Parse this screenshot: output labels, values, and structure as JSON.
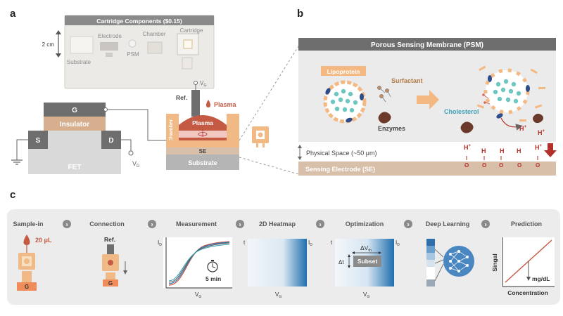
{
  "panels": {
    "a": "a",
    "b": "b",
    "c": "c"
  },
  "cartridge": {
    "title": "Cartridge Components ($0.15)",
    "scale": "2 cm",
    "parts": [
      "Electrode",
      "Chamber",
      "Cartridge",
      "PSM",
      "Substrate"
    ]
  },
  "fet": {
    "gate": "G",
    "insulator": "Insulator",
    "source": "S",
    "drain": "D",
    "body": "FET",
    "vd": "V",
    "vd_sub": "D"
  },
  "sensor": {
    "ref": "Ref.",
    "vg": "V",
    "vg_sub": "G",
    "plasma_label": "Plasma",
    "plasma_inner": "Plasma",
    "chamber": "Chamber",
    "se": "SE",
    "substrate": "Substrate"
  },
  "psm": {
    "title": "Porous Sensing Membrane (PSM)",
    "lipoprotein": "Lipoprotein",
    "surfactant": "Surfactant",
    "enzymes": "Enzymes",
    "cholesterol": "Cholesterol",
    "hplus": "H",
    "hplus_sup": "+",
    "physical_space": "Physical Space (~50 μm)",
    "h_sites": [
      "H",
      "H",
      "H"
    ],
    "electrode_o": "O",
    "sensing_electrode": "Sensing Electrode (SE)"
  },
  "workflow": {
    "steps": [
      "Sample-in",
      "Connection",
      "Measurement",
      "2D Heatmap",
      "Optimization",
      "Deep Learning",
      "Prediction"
    ],
    "arrow_glyph": "›",
    "sample_volume": "20 μL",
    "gate_label": "G",
    "ref": "Ref.",
    "timer": "5 min",
    "axis_id": "I",
    "axis_id_sub": "D",
    "axis_vg": "V",
    "axis_vg_sub": "G",
    "axis_t": "t",
    "delta_v": "ΔV",
    "delta_v_sub": "th",
    "delta_t": "Δt",
    "subset": "Subset",
    "singal": "Singal",
    "concentration": "Concentration",
    "unit": "mg/dL"
  },
  "colors": {
    "dark_gray": "#6e6e6e",
    "insulator": "#d6b08e",
    "plasma_red": "#c45a43",
    "chamber_orange": "#f0b985",
    "sensing_electrode": "#d8bfaa",
    "cholesterol_teal": "#6cc7c0",
    "accent_red": "#b3302a",
    "heatmap_blue": "#1f6fae"
  }
}
